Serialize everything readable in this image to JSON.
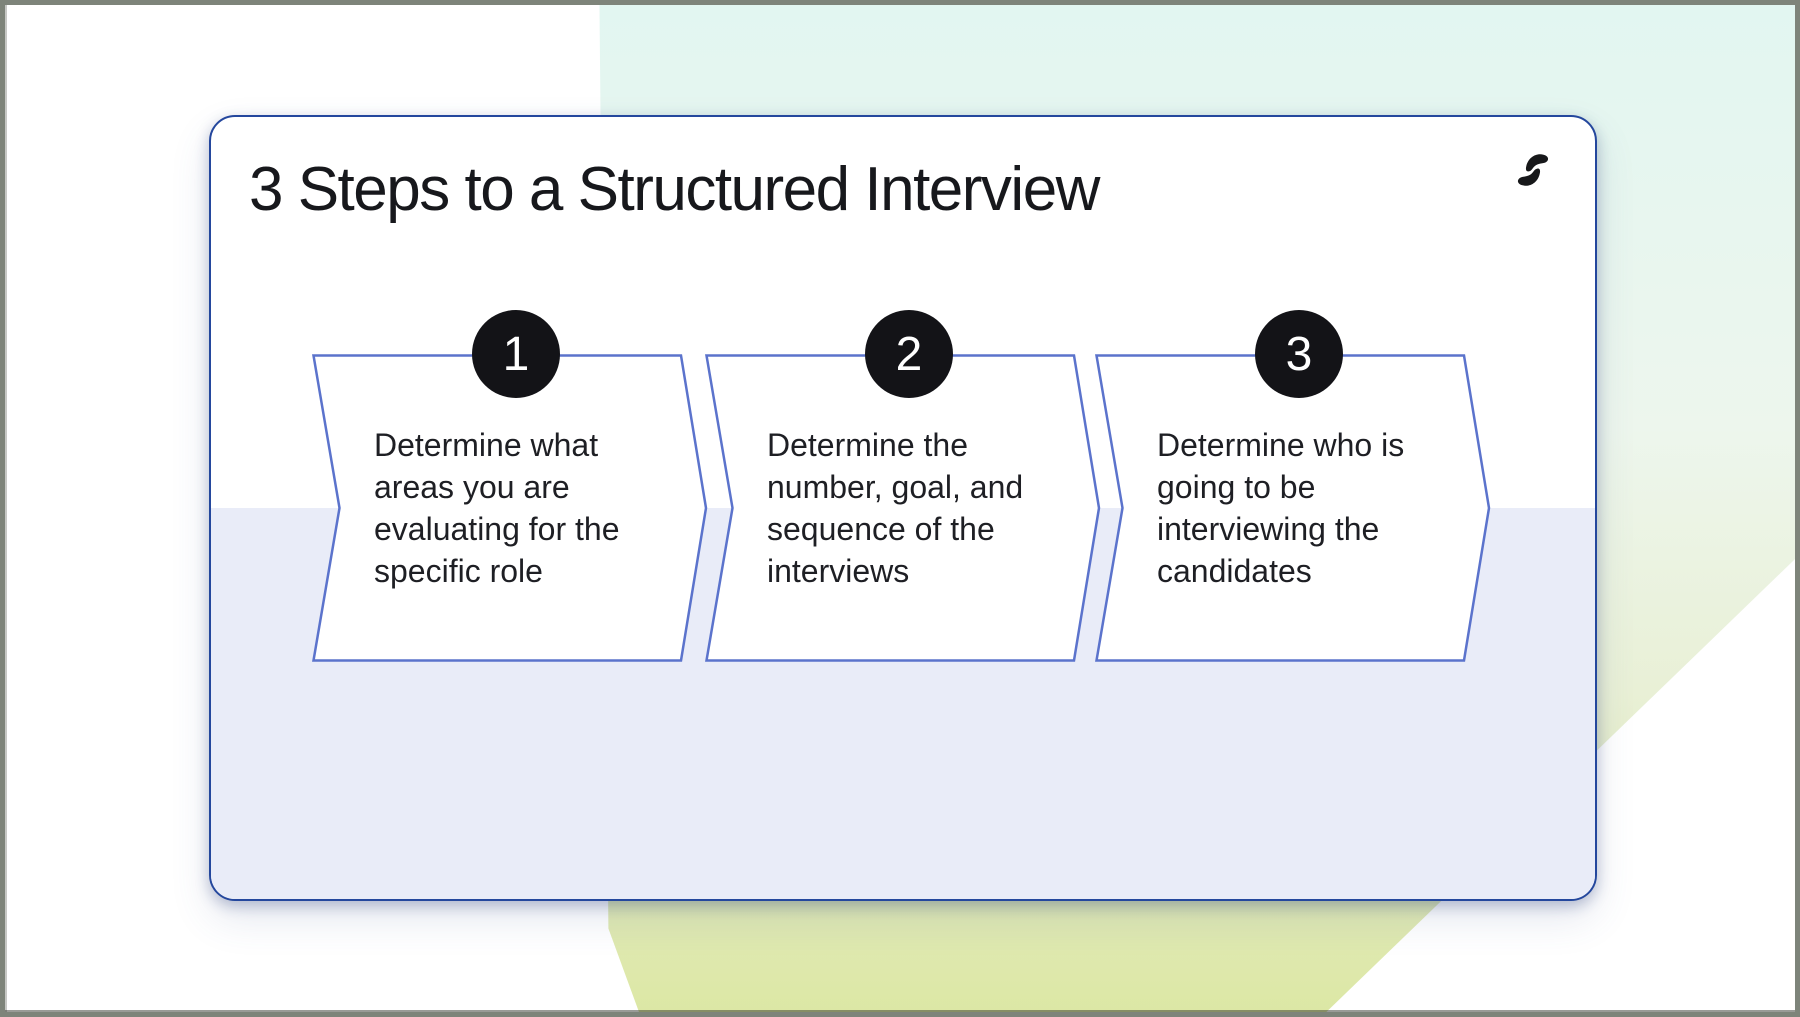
{
  "slide": {
    "title": "3 Steps to a Structured Interview",
    "logo": "brand-swirl-logo",
    "steps": [
      {
        "number": "1",
        "text": "Determine what areas you are evaluating for the specific role"
      },
      {
        "number": "2",
        "text": "Determine the number, goal, and sequence of the interviews"
      },
      {
        "number": "3",
        "text": "Determine who is going to be interviewing the candidates"
      }
    ]
  },
  "colors": {
    "card-border": "#24479d",
    "chevron-border": "#5b73cc",
    "footer-band": "#e9ecf8",
    "badge-bg": "#131317",
    "text-dark": "#1e1f24",
    "mint": "#e2f6f1",
    "lime": "#dce7a4",
    "frame": "#7e847a"
  }
}
